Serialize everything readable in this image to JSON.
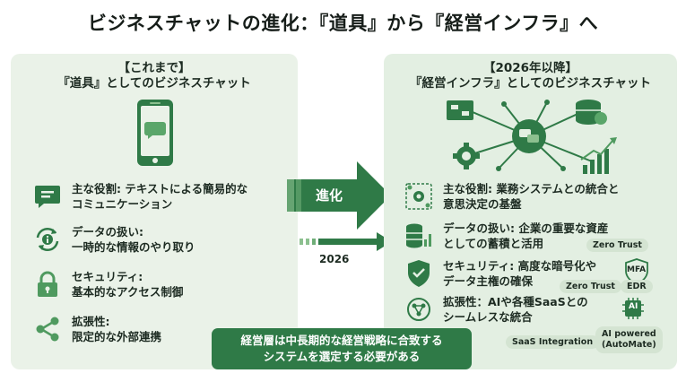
{
  "title": "ビジネスチャットの進化：『道具』から『経営インフラ』へ",
  "left": {
    "heading_line1": "【これまで】",
    "heading_line2": "『道具』としてのビジネスチャット",
    "items": [
      {
        "icon": "chat-bubble-icon",
        "line1": "主な役割: テキストによる簡易的な",
        "line2": "コミュニケーション"
      },
      {
        "icon": "info-exchange-icon",
        "line1": "データの扱い:",
        "line2": "一時的な情報のやり取り"
      },
      {
        "icon": "lock-icon",
        "line1": "セキュリティ:",
        "line2": "基本的なアクセス制御"
      },
      {
        "icon": "share-icon",
        "line1": "拡張性:",
        "line2": "限定的な外部連携"
      }
    ]
  },
  "middle": {
    "evolution_label": "進化",
    "year_label": "2026"
  },
  "right": {
    "heading_line1": "【2026年以降】",
    "heading_line2": "『経営インフラ』としてのビジネスチャット",
    "items": [
      {
        "icon": "integration-gear-icon",
        "line1": "主な役割: 業務システムとの統合と",
        "line2": "意思決定の基盤"
      },
      {
        "icon": "database-growth-icon",
        "line1": "データの扱い: 企業の重要な資産",
        "line2": "としての蓄積と活用"
      },
      {
        "icon": "shield-lock-icon",
        "line1": "セキュリティ: 高度な暗号化や",
        "line2": "データ主権の確保"
      },
      {
        "icon": "ai-brain-icon",
        "line1": "拡張性：AIや各種SaaSとの",
        "line2": "シームレスな統合"
      }
    ],
    "badges": {
      "zero_trust_1": "Zero Trust",
      "mfa": "MFA",
      "zero_trust_2": "Zero Trust",
      "edr": "EDR",
      "ai_chip": "AI",
      "saas": "SaaS Integration",
      "ai_powered_line1": "AI powered",
      "ai_powered_line2": "(AutoMate)"
    }
  },
  "bottom": {
    "line1": "経営層は中長期的な経営戦略に合致する",
    "line2": "システムを選定する必要がある"
  },
  "colors": {
    "dark_green": "#2f7a47",
    "mid_green": "#4f9a5f",
    "light_green": "#8cc08f",
    "panel_left": "#eaf2e8",
    "panel_right": "#e3efe2"
  }
}
